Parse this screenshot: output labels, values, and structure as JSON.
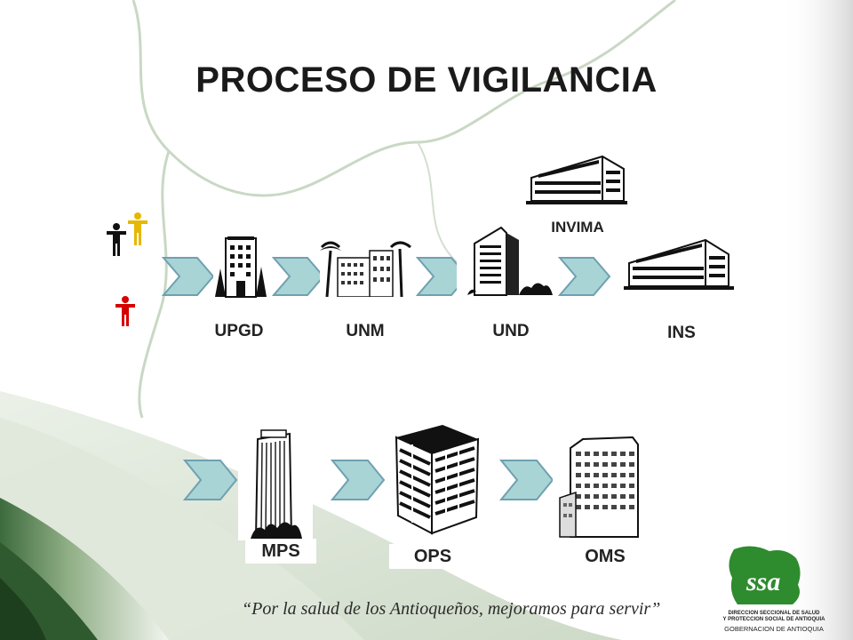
{
  "title": "PROCESO DE VIGILANCIA",
  "top_flow": {
    "nodes": [
      {
        "label": "UPGD",
        "icon": "clinic-building-icon"
      },
      {
        "label": "UNM",
        "icon": "municipal-building-icon"
      },
      {
        "label": "UND",
        "icon": "department-building-icon"
      },
      {
        "label": "INS",
        "icon": "national-institute-building-icon"
      }
    ],
    "branch": {
      "label": "INVIMA",
      "icon": "invima-building-icon"
    }
  },
  "bottom_flow": {
    "nodes": [
      {
        "label": "MPS",
        "icon": "ministry-tower-icon"
      },
      {
        "label": "OPS",
        "icon": "ops-building-icon"
      },
      {
        "label": "OMS",
        "icon": "oms-building-icon"
      }
    ]
  },
  "footer": {
    "slogan": "“Por la salud de los Antioqueños, mejoramos para servir”",
    "logo_line1": "DIRECCION SECCIONAL DE SALUD",
    "logo_line2": "Y PROTECCION SOCIAL DE ANTIOQUIA",
    "logo_line3": "GOBERNACION DE ANTIOQUIA"
  },
  "colors": {
    "chevron_fill": "#a8d4d6",
    "chevron_border": "#6fa0b0",
    "person_black": "#111111",
    "person_yellow": "#e6b800",
    "person_red": "#d40000",
    "logo_green": "#2e8b2e"
  }
}
